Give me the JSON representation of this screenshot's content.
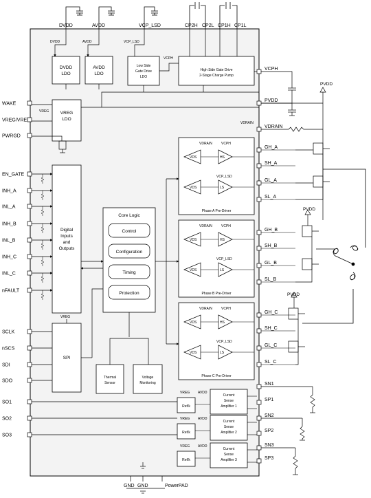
{
  "top_pins": {
    "dvdd": "DVDD",
    "avdd": "AVDD",
    "vcp_lsd": "VCP_LSD",
    "cp2h": "CP2H",
    "cp2l": "CP2L",
    "cp1h": "CP1H",
    "cp1l": "CP1L"
  },
  "inner_top": {
    "dvdd": "DVDD",
    "avdd": "AVDD",
    "vcp_lsd": "VCP_LSD",
    "vcph": "VCPH"
  },
  "blocks": {
    "dvdd_ldo": [
      "DVDD",
      "LDO"
    ],
    "avdd_ldo": [
      "AVDD",
      "LDO"
    ],
    "lsgd_ldo": [
      "Low Side",
      "Gate Drive",
      "LDO"
    ],
    "hsgd_cp": [
      "High Side Gate Drive",
      "2-Stage Charge Pump"
    ],
    "vreg_ldo": [
      "VREG",
      "LDO"
    ],
    "dio": [
      "Digital",
      "Inputs",
      "and",
      "Outputs"
    ],
    "spi": "SPI",
    "core_logic": "Core Logic",
    "core_items": [
      "Control",
      "Configuration",
      "Timing",
      "Protection"
    ],
    "thermal": [
      "Thermal",
      "Sensor"
    ],
    "voltage": [
      "Voltage",
      "Monitoring"
    ],
    "phases": [
      "Phase A Pre-Driver",
      "Phase B Pre-Driver",
      "Phase C Pre-Driver"
    ],
    "csa": [
      [
        "Current",
        "Sense",
        "Amplifier 1"
      ],
      [
        "Current",
        "Sense",
        "Amplifier 2"
      ],
      [
        "Current",
        "Sense",
        "Amplifier 3"
      ]
    ],
    "refk": "Ref/k",
    "vreg_small": "VREG",
    "avdd_small": "AVDD"
  },
  "predriver_labels": {
    "vdrain": "VDRAIN",
    "vcph": "VCPH",
    "vds": "VDS",
    "hs": "HS",
    "ls": "LS",
    "vcp_lsd": "VCP_LSD"
  },
  "left_pins": [
    "WAKE",
    "VREG/VREF",
    "PWRGD",
    "EN_GATE",
    "INH_A",
    "INL_A",
    "INH_B",
    "INL_B",
    "INH_C",
    "INL_C",
    "nFAULT",
    "SCLK",
    "nSCS",
    "SDI",
    "SDO",
    "SO1",
    "SO2",
    "SO3"
  ],
  "right_pins": [
    "VCPH",
    "PVDD",
    "VDRAIN",
    "GH_A",
    "SH_A",
    "GL_A",
    "SL_A",
    "GH_B",
    "SH_B",
    "GL_B",
    "SL_B",
    "GH_C",
    "SH_C",
    "GL_C",
    "SL_C",
    "SN1",
    "SP1",
    "SN2",
    "SP2",
    "SN3",
    "SP3"
  ],
  "bottom_pins": {
    "gnd1": "GND",
    "gnd2": "GND",
    "powerpad": "PowerPAD"
  },
  "pvdd_labels": [
    "PVDD",
    "PVDD",
    "PVDD"
  ],
  "vreg_inner": "VREG",
  "vdrain_inner": "VDRAIN",
  "vcph_inner": "VCPH"
}
